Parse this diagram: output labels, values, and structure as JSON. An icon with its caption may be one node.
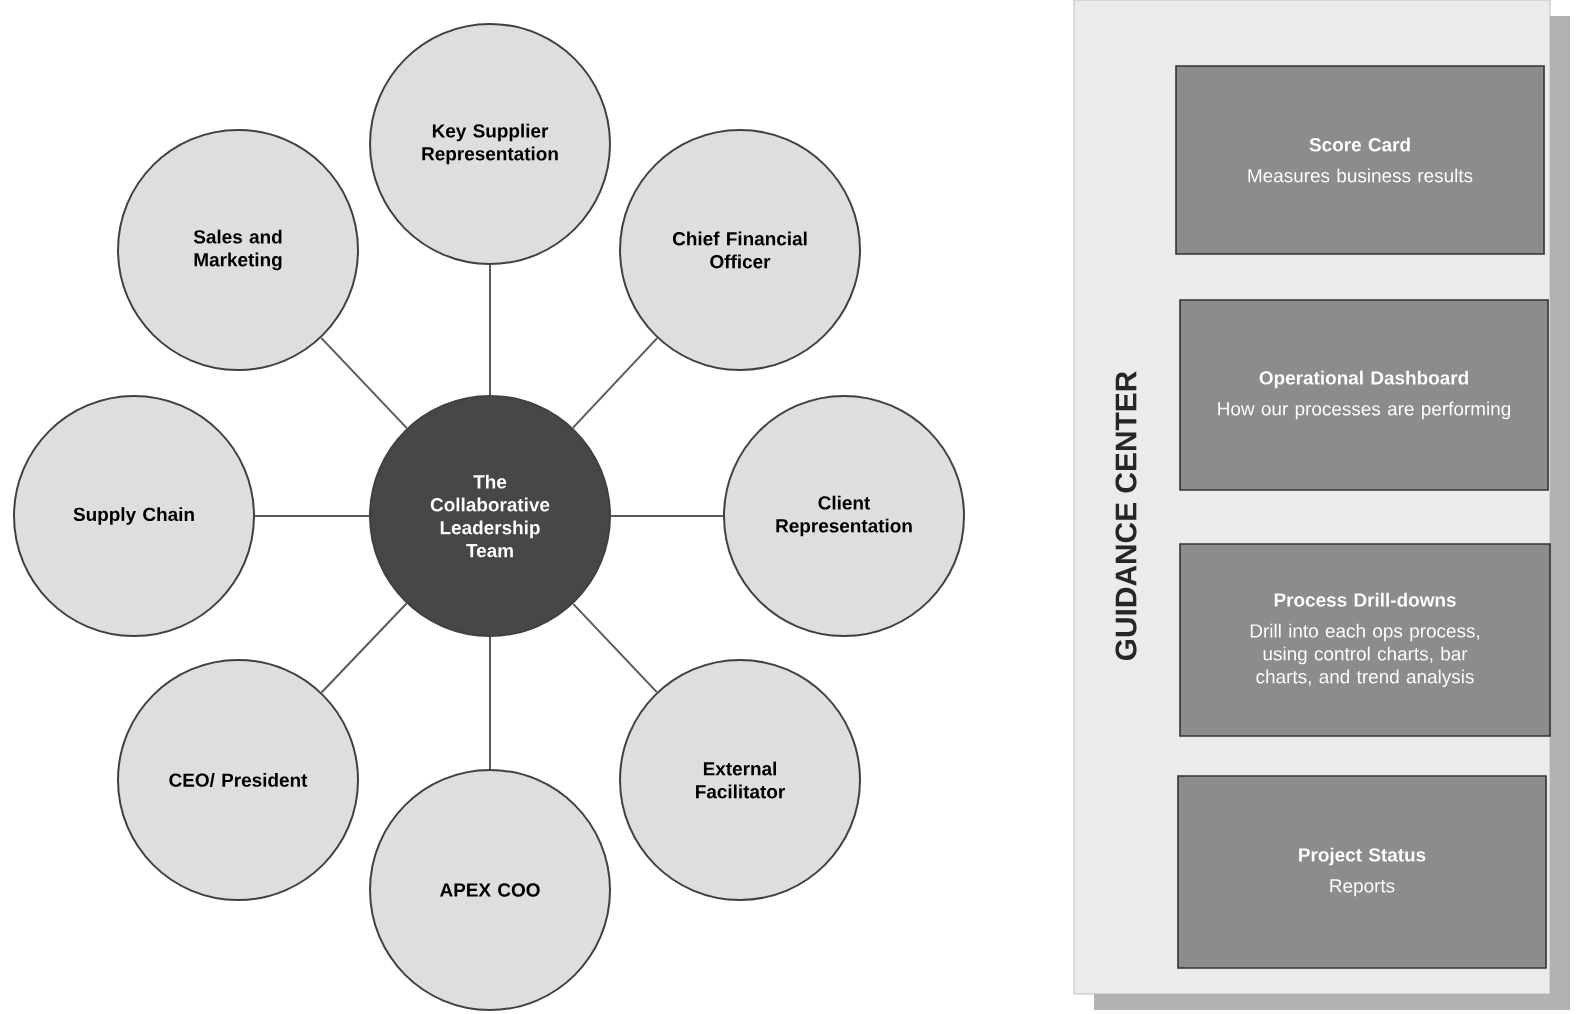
{
  "diagram": {
    "nodes": [
      {
        "text": [
          "The Collaborative Leadership Team"
        ]
      },
      {
        "text": [
          "Key Supplier Representation"
        ]
      },
      {
        "text": [
          "Sales and Marketing"
        ]
      },
      {
        "text": [
          "Chief Financial Officer"
        ]
      },
      {
        "text": [
          "Supply Chain"
        ]
      },
      {
        "text": [
          "Client Representation"
        ]
      },
      {
        "text": [
          "CEO/ President"
        ]
      },
      {
        "text": [
          "External Facilitator"
        ]
      },
      {
        "text": [
          "APEX COO"
        ]
      },
      {
        "text": [
          "GUIDANCE CENTER"
        ]
      },
      {
        "text": [
          "Score Card",
          "Measures business results"
        ],
        "in": 9
      },
      {
        "text": [
          "Operational Dashboard",
          "How our processes are performing"
        ],
        "in": 9
      },
      {
        "text": [
          "Process Drill-downs",
          "Drill into each ops process, using control charts, bar charts, and trend analysis"
        ],
        "in": 9
      },
      {
        "text": [
          "Project Status",
          "Reports"
        ],
        "in": 9
      }
    ],
    "edges": [
      {
        "from": 0,
        "to": 1,
        "arrow": "none"
      },
      {
        "from": 0,
        "to": 2,
        "arrow": "none"
      },
      {
        "from": 0,
        "to": 3,
        "arrow": "none"
      },
      {
        "from": 0,
        "to": 4,
        "arrow": "none"
      },
      {
        "from": 0,
        "to": 5,
        "arrow": "none"
      },
      {
        "from": 0,
        "to": 6,
        "arrow": "none"
      },
      {
        "from": 0,
        "to": 7,
        "arrow": "none"
      },
      {
        "from": 0,
        "to": 8,
        "arrow": "none"
      }
    ]
  }
}
